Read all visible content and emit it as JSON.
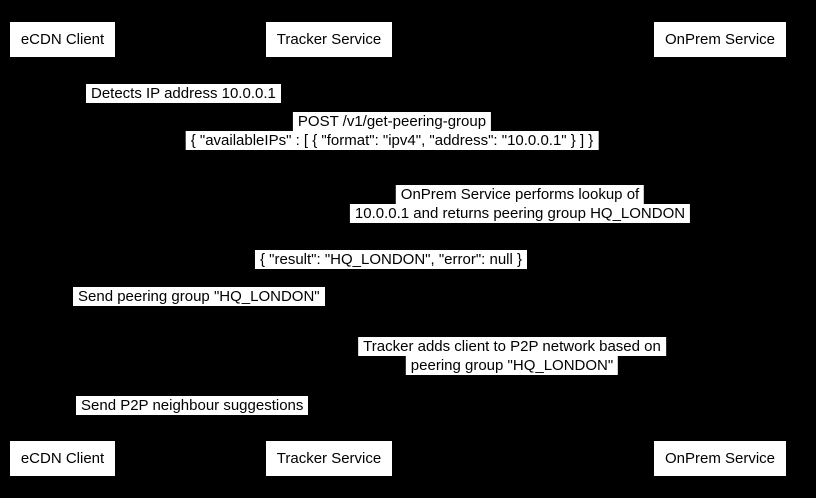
{
  "colors": {
    "background": "#000000",
    "box_fill": "#ffffff",
    "text": "#000000"
  },
  "actors": [
    {
      "label": "eCDN Client"
    },
    {
      "label": "Tracker Service"
    },
    {
      "label": "OnPrem Service"
    }
  ],
  "messages": [
    {
      "lines": [
        "Detects IP address 10.0.0.1"
      ]
    },
    {
      "lines": [
        "POST /v1/get-peering-group",
        "{ \"availableIPs\" : [ { \"format\": \"ipv4\", \"address\": \"10.0.0.1\" } ] }"
      ]
    },
    {
      "lines": [
        "OnPrem Service performs lookup of",
        "10.0.0.1 and returns peering group HQ_LONDON"
      ]
    },
    {
      "lines": [
        "{ \"result\": \"HQ_LONDON\", \"error\": null }"
      ]
    },
    {
      "lines": [
        "Send peering group \"HQ_LONDON\""
      ]
    },
    {
      "lines": [
        "Tracker adds client to P2P network based on",
        "peering group \"HQ_LONDON\""
      ]
    },
    {
      "lines": [
        "Send P2P neighbour suggestions"
      ]
    }
  ]
}
